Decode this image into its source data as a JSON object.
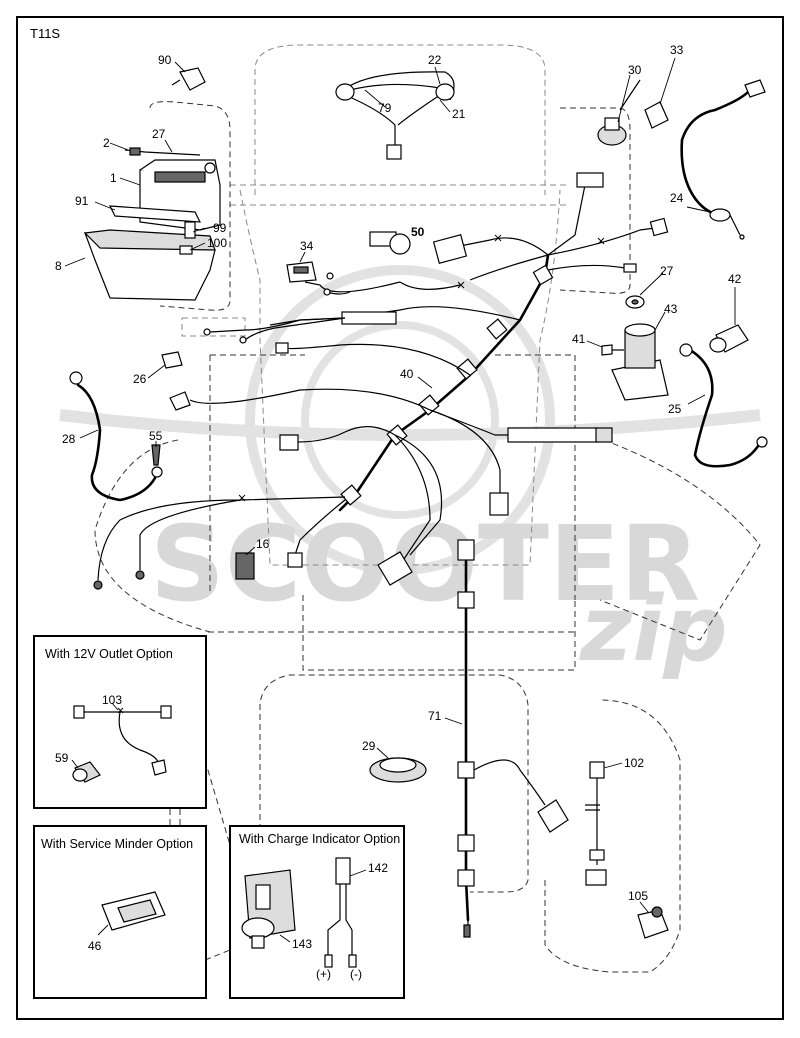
{
  "diagram_code": "T11S",
  "watermark": {
    "text": "SCOOTER",
    "script": "zip",
    "color": "#d8d8d8"
  },
  "callouts": [
    {
      "id": "90",
      "label": "90"
    },
    {
      "id": "22",
      "label": "22"
    },
    {
      "id": "79",
      "label": "79"
    },
    {
      "id": "21",
      "label": "21"
    },
    {
      "id": "33",
      "label": "33"
    },
    {
      "id": "30",
      "label": "30"
    },
    {
      "id": "2",
      "label": "2"
    },
    {
      "id": "27a",
      "label": "27"
    },
    {
      "id": "1",
      "label": "1"
    },
    {
      "id": "91",
      "label": "91"
    },
    {
      "id": "99",
      "label": "99"
    },
    {
      "id": "100",
      "label": "100"
    },
    {
      "id": "8",
      "label": "8"
    },
    {
      "id": "34",
      "label": "34"
    },
    {
      "id": "50",
      "label": "50"
    },
    {
      "id": "24",
      "label": "24"
    },
    {
      "id": "27b",
      "label": "27"
    },
    {
      "id": "42",
      "label": "42"
    },
    {
      "id": "43",
      "label": "43"
    },
    {
      "id": "41",
      "label": "41"
    },
    {
      "id": "26",
      "label": "26"
    },
    {
      "id": "40",
      "label": "40"
    },
    {
      "id": "25",
      "label": "25"
    },
    {
      "id": "28",
      "label": "28"
    },
    {
      "id": "55",
      "label": "55"
    },
    {
      "id": "16",
      "label": "16"
    },
    {
      "id": "71",
      "label": "71"
    },
    {
      "id": "29",
      "label": "29"
    },
    {
      "id": "102",
      "label": "102"
    },
    {
      "id": "105",
      "label": "105"
    }
  ],
  "option_boxes": {
    "outlet": {
      "title": "With 12V Outlet Option",
      "callouts": [
        {
          "id": "103",
          "label": "103"
        },
        {
          "id": "59",
          "label": "59"
        }
      ]
    },
    "service": {
      "title": "With Service Minder Option",
      "callouts": [
        {
          "id": "46",
          "label": "46"
        }
      ]
    },
    "charge": {
      "title": "With Charge Indicator Option",
      "callouts": [
        {
          "id": "142",
          "label": "142"
        },
        {
          "id": "143",
          "label": "143"
        }
      ],
      "terminal_plus": "(+)",
      "terminal_minus": "(-)"
    }
  }
}
